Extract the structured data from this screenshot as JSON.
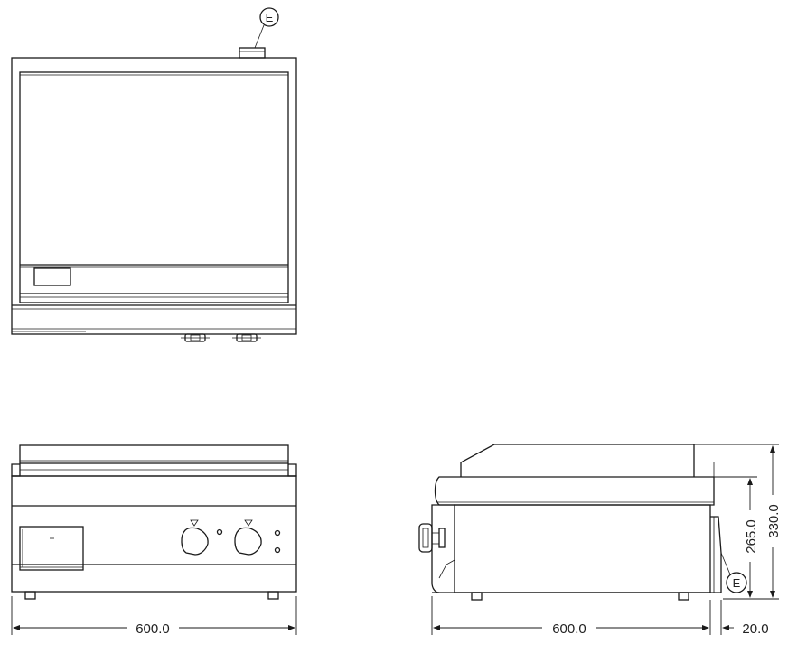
{
  "drawing": {
    "callout_marker": "E",
    "dimensions": {
      "front_width": "600.0",
      "side_depth": "600.0",
      "side_offset": "20.0",
      "side_height_total": "330.0",
      "side_height_body": "265.0"
    },
    "colors": {
      "line": "#1a1a1a",
      "background": "#ffffff"
    }
  }
}
